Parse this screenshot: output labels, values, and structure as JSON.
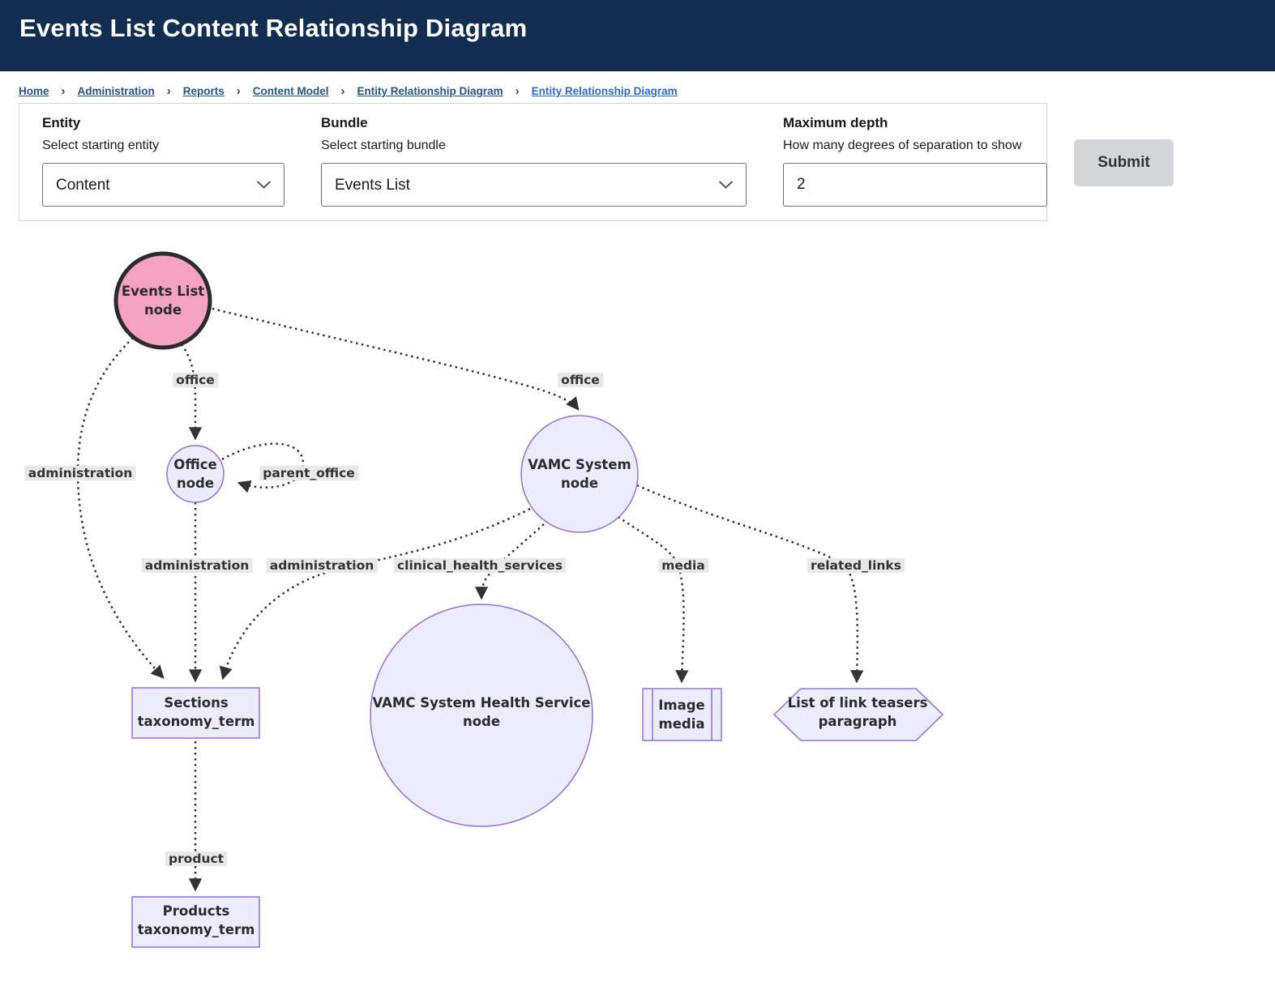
{
  "header": {
    "title": "Events List Content Relationship Diagram"
  },
  "breadcrumb": {
    "separator": "›",
    "items": [
      "Home",
      "Administration",
      "Reports",
      "Content Model",
      "Entity Relationship Diagram",
      "Entity Relationship Diagram"
    ]
  },
  "form": {
    "entity": {
      "label": "Entity",
      "description": "Select starting entity",
      "value": "Content"
    },
    "bundle": {
      "label": "Bundle",
      "description": "Select starting bundle",
      "value": "Events List"
    },
    "max_depth": {
      "label": "Maximum depth",
      "description": "How many degrees of separation to show",
      "value": "2"
    },
    "submit_label": "Submit"
  },
  "diagram": {
    "nodes": {
      "events_list": {
        "line1": "Events List",
        "line2": "node"
      },
      "office": {
        "line1": "Office",
        "line2": "node"
      },
      "vamc_system": {
        "line1": "VAMC System",
        "line2": "node"
      },
      "sections": {
        "line1": "Sections",
        "line2": "taxonomy_term"
      },
      "vamc_health": {
        "line1": "VAMC System Health Service",
        "line2": "node"
      },
      "image_media": {
        "line1": "Image",
        "line2": "media"
      },
      "link_teasers": {
        "line1": "List of link teasers",
        "line2": "paragraph"
      },
      "products": {
        "line1": "Products",
        "line2": "taxonomy_term"
      }
    },
    "edge_labels": {
      "office1": "office",
      "office2": "office",
      "administration1": "administration",
      "administration2": "administration",
      "administration3": "administration",
      "parent_office": "parent_office",
      "clinical_health_services": "clinical_health_services",
      "media": "media",
      "related_links": "related_links",
      "product": "product"
    }
  },
  "colors": {
    "header_bg": "#112e51",
    "breadcrumb_link": "#24538f",
    "node_pink_fill": "#f3a2c2",
    "node_lavender_fill": "#ececff",
    "node_purple_border": "#9370db",
    "edge_color": "#333333",
    "edge_label_bg": "#e8e8e8",
    "submit_bg": "#d4d5d9"
  }
}
